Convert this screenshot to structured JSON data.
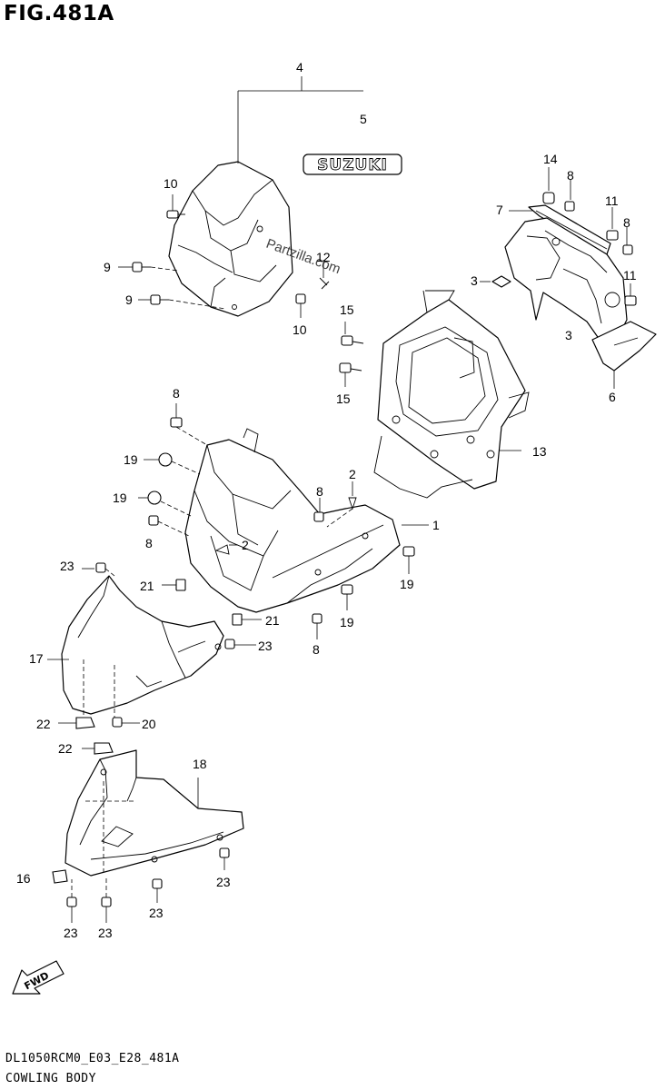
{
  "figure_title": "FIG.481A",
  "watermark": "Partzilla.com",
  "logo_text": "SUZUKI",
  "fwd_label": "FWD",
  "footer": {
    "code": "DL1050RCM0_E03_E28_481A",
    "name": "COWLING BODY"
  },
  "callouts": [
    {
      "id": "c4",
      "text": "4"
    },
    {
      "id": "c5",
      "text": "5"
    },
    {
      "id": "c10a",
      "text": "10"
    },
    {
      "id": "c9a",
      "text": "9"
    },
    {
      "id": "c9b",
      "text": "9"
    },
    {
      "id": "c12",
      "text": "12"
    },
    {
      "id": "c10b",
      "text": "10"
    },
    {
      "id": "c14",
      "text": "14"
    },
    {
      "id": "c8a",
      "text": "8"
    },
    {
      "id": "c7",
      "text": "7"
    },
    {
      "id": "c11a",
      "text": "11"
    },
    {
      "id": "c8b",
      "text": "8"
    },
    {
      "id": "c3a",
      "text": "3"
    },
    {
      "id": "c11b",
      "text": "11"
    },
    {
      "id": "c3b",
      "text": "3"
    },
    {
      "id": "c6",
      "text": "6"
    },
    {
      "id": "c15a",
      "text": "15"
    },
    {
      "id": "c15b",
      "text": "15"
    },
    {
      "id": "c13",
      "text": "13"
    },
    {
      "id": "c8c",
      "text": "8"
    },
    {
      "id": "c19a",
      "text": "19"
    },
    {
      "id": "c2a",
      "text": "2"
    },
    {
      "id": "c19b",
      "text": "19"
    },
    {
      "id": "c8d",
      "text": "8"
    },
    {
      "id": "c1",
      "text": "1"
    },
    {
      "id": "c8e",
      "text": "8"
    },
    {
      "id": "c2b",
      "text": "2"
    },
    {
      "id": "c23a",
      "text": "23"
    },
    {
      "id": "c19c",
      "text": "19"
    },
    {
      "id": "c21a",
      "text": "21"
    },
    {
      "id": "c21b",
      "text": "21"
    },
    {
      "id": "c19d",
      "text": "19"
    },
    {
      "id": "c17",
      "text": "17"
    },
    {
      "id": "c23b",
      "text": "23"
    },
    {
      "id": "c8f",
      "text": "8"
    },
    {
      "id": "c22a",
      "text": "22"
    },
    {
      "id": "c20",
      "text": "20"
    },
    {
      "id": "c22b",
      "text": "22"
    },
    {
      "id": "c18",
      "text": "18"
    },
    {
      "id": "c16",
      "text": "16"
    },
    {
      "id": "c23c",
      "text": "23"
    },
    {
      "id": "c23d",
      "text": "23"
    },
    {
      "id": "c23e",
      "text": "23"
    },
    {
      "id": "c23f",
      "text": "23"
    }
  ]
}
